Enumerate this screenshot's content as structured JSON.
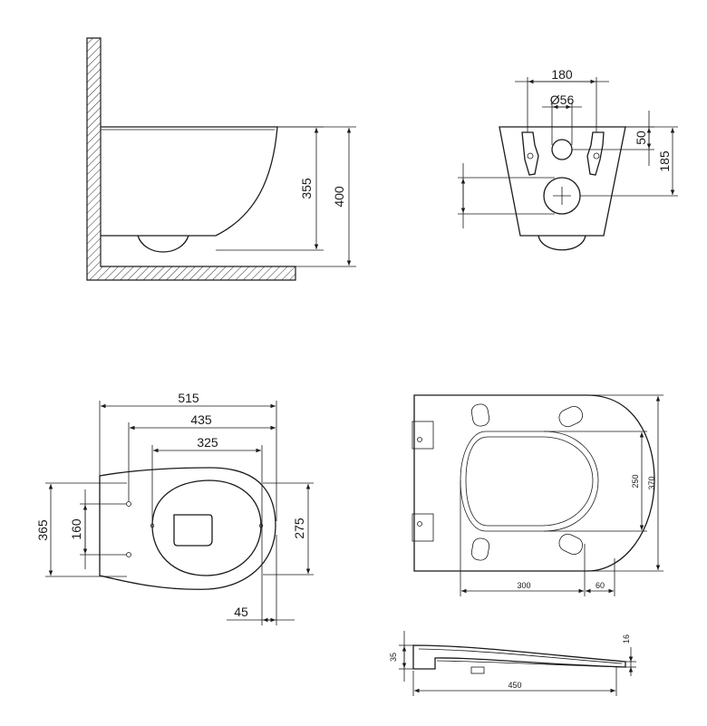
{
  "side_view": {
    "dim_355": "355",
    "dim_400": "400"
  },
  "back_view": {
    "dim_180": "180",
    "dim_56": "Ø56",
    "dim_50": "50",
    "dim_185": "185"
  },
  "top_view": {
    "dim_515": "515",
    "dim_435": "435",
    "dim_325": "325",
    "dim_365": "365",
    "dim_160": "160",
    "dim_275": "275",
    "dim_45": "45"
  },
  "seat_view": {
    "dim_250": "250",
    "dim_370": "370",
    "dim_300": "300",
    "dim_60": "60"
  },
  "seat_profile": {
    "dim_35": "35",
    "dim_16": "16",
    "dim_450": "450"
  }
}
